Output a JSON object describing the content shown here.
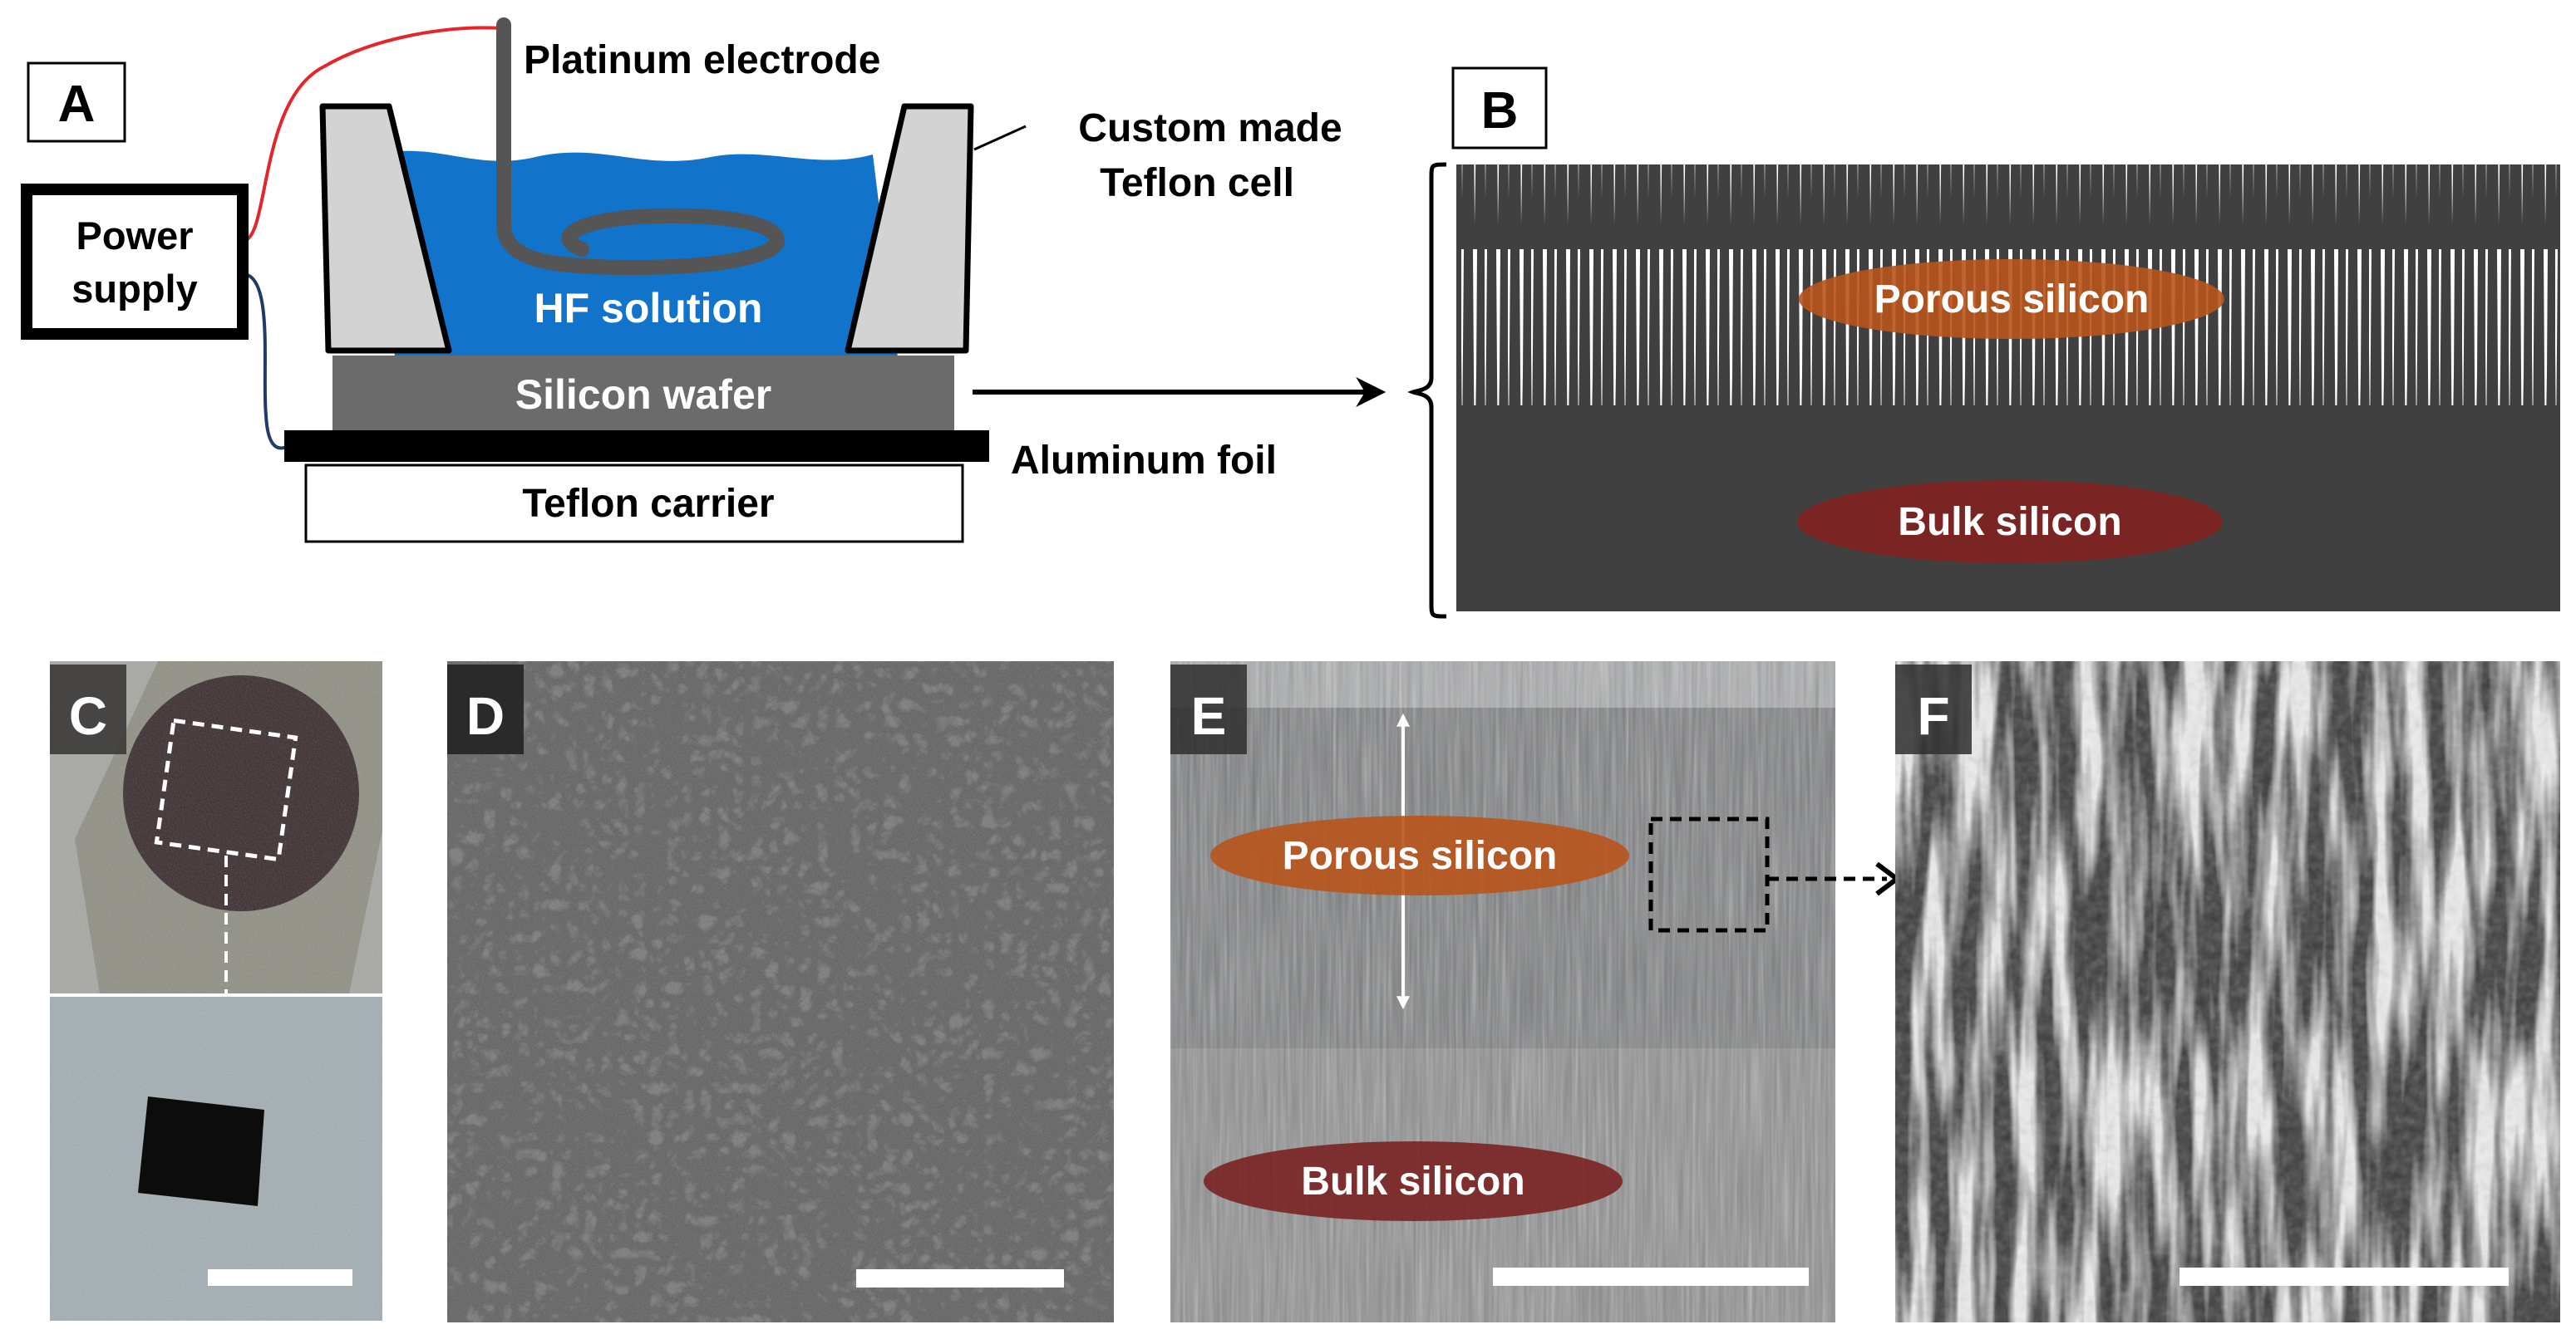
{
  "panel_a": {
    "letter": "A",
    "power_supply_line1": "Power",
    "power_supply_line2": "supply",
    "electrode_label": "Platinum electrode",
    "cell_label_line1": "Custom made",
    "cell_label_line2": "Teflon cell",
    "solution_label": "HF solution",
    "wafer_label": "Silicon wafer",
    "foil_label": "Aluminum foil",
    "carrier_label": "Teflon carrier",
    "colors": {
      "solution": "#1173c9",
      "wire_positive": "#e4262b",
      "wire_negative": "#1f3a6b",
      "cell": "#d3d3d3",
      "wafer": "#6b6b6b"
    }
  },
  "panel_b": {
    "letter": "B",
    "porous_label": "Porous silicon",
    "bulk_label": "Bulk silicon",
    "colors": {
      "porous_oval": "#b8541c",
      "bulk_oval": "#7a2424",
      "bulk": "#404040"
    }
  },
  "panel_c": {
    "letter": "C"
  },
  "panel_d": {
    "letter": "D"
  },
  "panel_e": {
    "letter": "E",
    "porous_label": "Porous silicon",
    "bulk_label": "Bulk silicon"
  },
  "panel_f": {
    "letter": "F"
  }
}
